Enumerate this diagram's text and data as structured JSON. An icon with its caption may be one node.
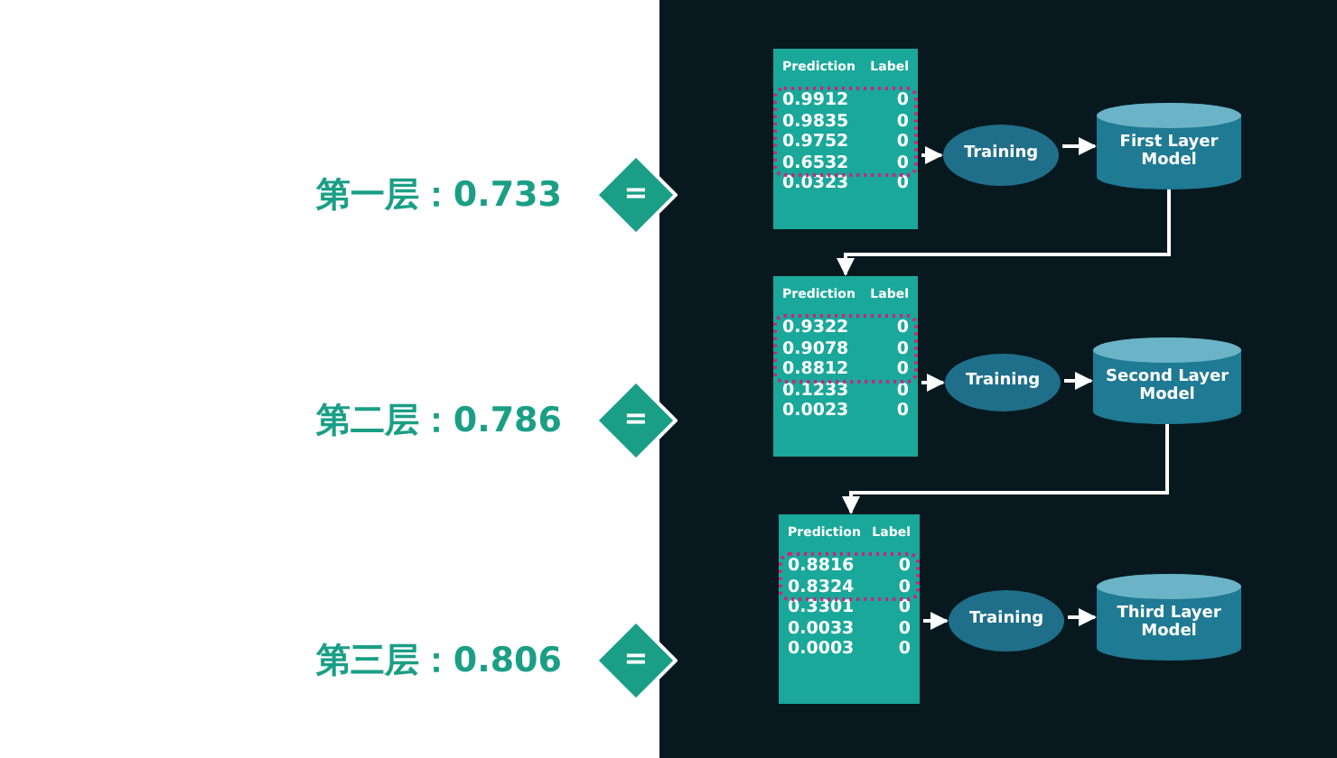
{
  "diagram": {
    "nodes": [
      {
        "text": [
          "="
        ],
        "beside": [
          "第一层：0.733"
        ]
      },
      {
        "text": [
          "Prediction",
          "Label",
          "0.9912",
          "0",
          "0.9835",
          "0",
          "0.9752",
          "0",
          "0.6532",
          "0",
          "0.0323",
          "0"
        ]
      },
      {
        "text": [
          "Training"
        ]
      },
      {
        "text": [
          "First Layer Model"
        ]
      },
      {
        "text": [
          "="
        ],
        "beside": [
          "第二层：0.786"
        ]
      },
      {
        "text": [
          "Prediction",
          "Label",
          "0.9322",
          "0",
          "0.9078",
          "0",
          "0.8812",
          "0",
          "0.1233",
          "0",
          "0.0023",
          "0"
        ]
      },
      {
        "text": [
          "Training"
        ]
      },
      {
        "text": [
          "Second Layer Model"
        ]
      },
      {
        "text": [
          "="
        ],
        "beside": [
          "第三层：0.806"
        ]
      },
      {
        "text": [
          "Prediction",
          "Label",
          "0.8816",
          "0",
          "0.8324",
          "0",
          "0.3301",
          "0",
          "0.0033",
          "0",
          "0.0003",
          "0"
        ]
      },
      {
        "text": [
          "Training"
        ]
      },
      {
        "text": [
          "Third Layer Model"
        ]
      }
    ],
    "edges": [
      {
        "from": 1,
        "to": 2,
        "arrow": "to"
      },
      {
        "from": 2,
        "to": 3,
        "arrow": "to"
      },
      {
        "from": 3,
        "to": 5,
        "arrow": "to"
      },
      {
        "from": 5,
        "to": 6,
        "arrow": "to"
      },
      {
        "from": 6,
        "to": 7,
        "arrow": "to"
      },
      {
        "from": 7,
        "to": 9,
        "arrow": "to"
      },
      {
        "from": 9,
        "to": 10,
        "arrow": "to"
      },
      {
        "from": 10,
        "to": 11,
        "arrow": "to"
      }
    ]
  }
}
